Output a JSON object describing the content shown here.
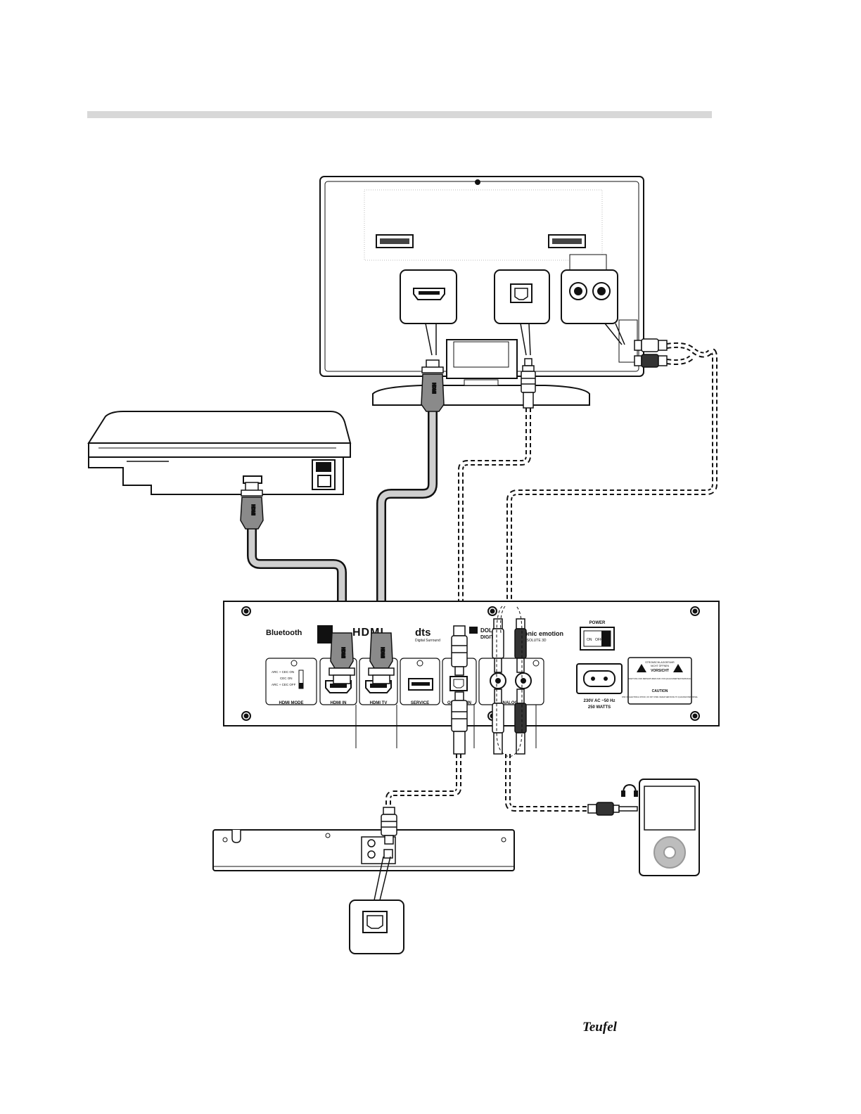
{
  "panel": {
    "logos": {
      "bluetooth": "Bluetooth",
      "hdmi": "HDMI",
      "dts": "dts",
      "dts_sub": "Digital Surround",
      "dolby": "DOLBY",
      "dolby_sub": "DIGITAL",
      "dynamore": "sonic emotion",
      "dynamore_sub": "ABSOLUTE 3D"
    },
    "hdmi_mode": {
      "label": "HDMI MODE",
      "opt1": "ARC + CEC ON",
      "opt2": "CEC ON",
      "opt3": "ARC + CEC OFF"
    },
    "ports": {
      "hdmi_in": "HDMI IN",
      "hdmi_tv": "HDMI TV",
      "service": "SERVICE",
      "optical_in": "OPTICAL IN",
      "analog_in": "ANALOG IN"
    },
    "power": {
      "label": "POWER",
      "on": "ON",
      "off": "OFF",
      "rating1": "230V AC ~50 Hz",
      "rating2": "250 WATTS"
    },
    "warning": {
      "line1": "STROMSCHLAGGEFAHR",
      "line2": "NICHT ÖFFNEN",
      "vorsicht": "VORSICHT",
      "de_text": "WARTUNG UND REPARATUREN NUR VON QUALIFIZIERTEM PERSONAL",
      "caution": "CAUTION",
      "en_text": "RISK OF ELECTRICAL SHOCK, DO NOT OPEN. REFER SERVICING TO QUALIFIED PERSONNEL"
    }
  },
  "cable_label": "HDMI",
  "brand": "Teufel",
  "colors": {
    "line": "#111111",
    "cable_fill": "#cfcfcf",
    "plug_fill": "#8a8a8a",
    "header_bar": "#d8d8d8"
  }
}
